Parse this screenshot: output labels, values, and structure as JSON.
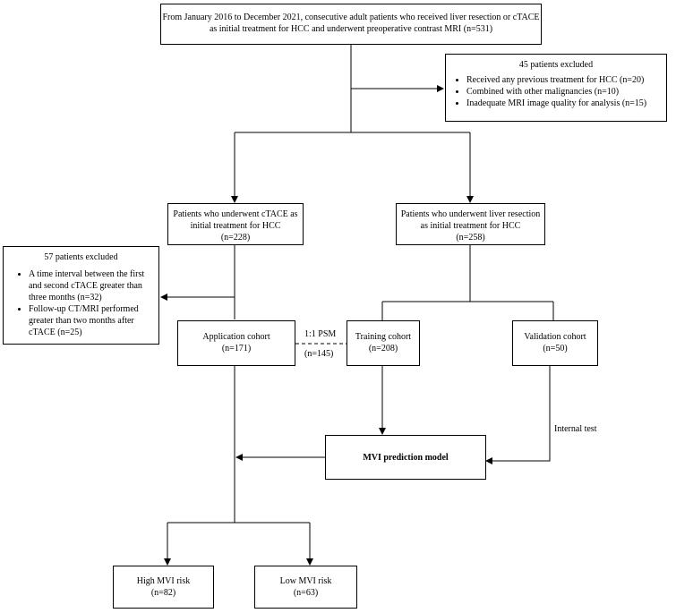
{
  "top": {
    "line1": "From January 2016 to December 2021, consecutive adult patients who received liver resection or cTACE",
    "line2": "as initial treatment for HCC and underwent preoperative contrast MRI (n=531)"
  },
  "excluded_45": {
    "title": "45 patients excluded",
    "items": [
      "Received any previous treatment for HCC (n=20)",
      "Combined with other malignancies (n=10)",
      "Inadequate MRI image quality for analysis (n=15)"
    ]
  },
  "ctace": {
    "line1": "Patients who underwent cTACE as",
    "line2": "initial treatment for HCC",
    "line3": "(n=228)"
  },
  "resection": {
    "line1": "Patients who underwent liver resection",
    "line2": "as initial treatment for HCC",
    "line3": "(n=258)"
  },
  "excluded_57": {
    "title": "57 patients excluded",
    "item1": [
      "A time interval between the first",
      "and second cTACE greater than",
      "three months (n=32)"
    ],
    "item2": [
      "Follow-up CT/MRI performed",
      "greater than two months after",
      "cTACE (n=25)"
    ]
  },
  "application": {
    "line1": "Application cohort",
    "line2": "(n=171)"
  },
  "training": {
    "line1": "Training cohort",
    "line2": "(n=208)"
  },
  "validation": {
    "line1": "Validation cohort",
    "line2": "(n=50)"
  },
  "psm": {
    "top": "1:1 PSM",
    "bottom": "(n=145)"
  },
  "internal_test": "Internal test",
  "model": "MVI prediction model",
  "high": {
    "line1": "High MVI risk",
    "line2": "(n=82)"
  },
  "low": {
    "line1": "Low MVI risk",
    "line2": "(n=63)"
  }
}
